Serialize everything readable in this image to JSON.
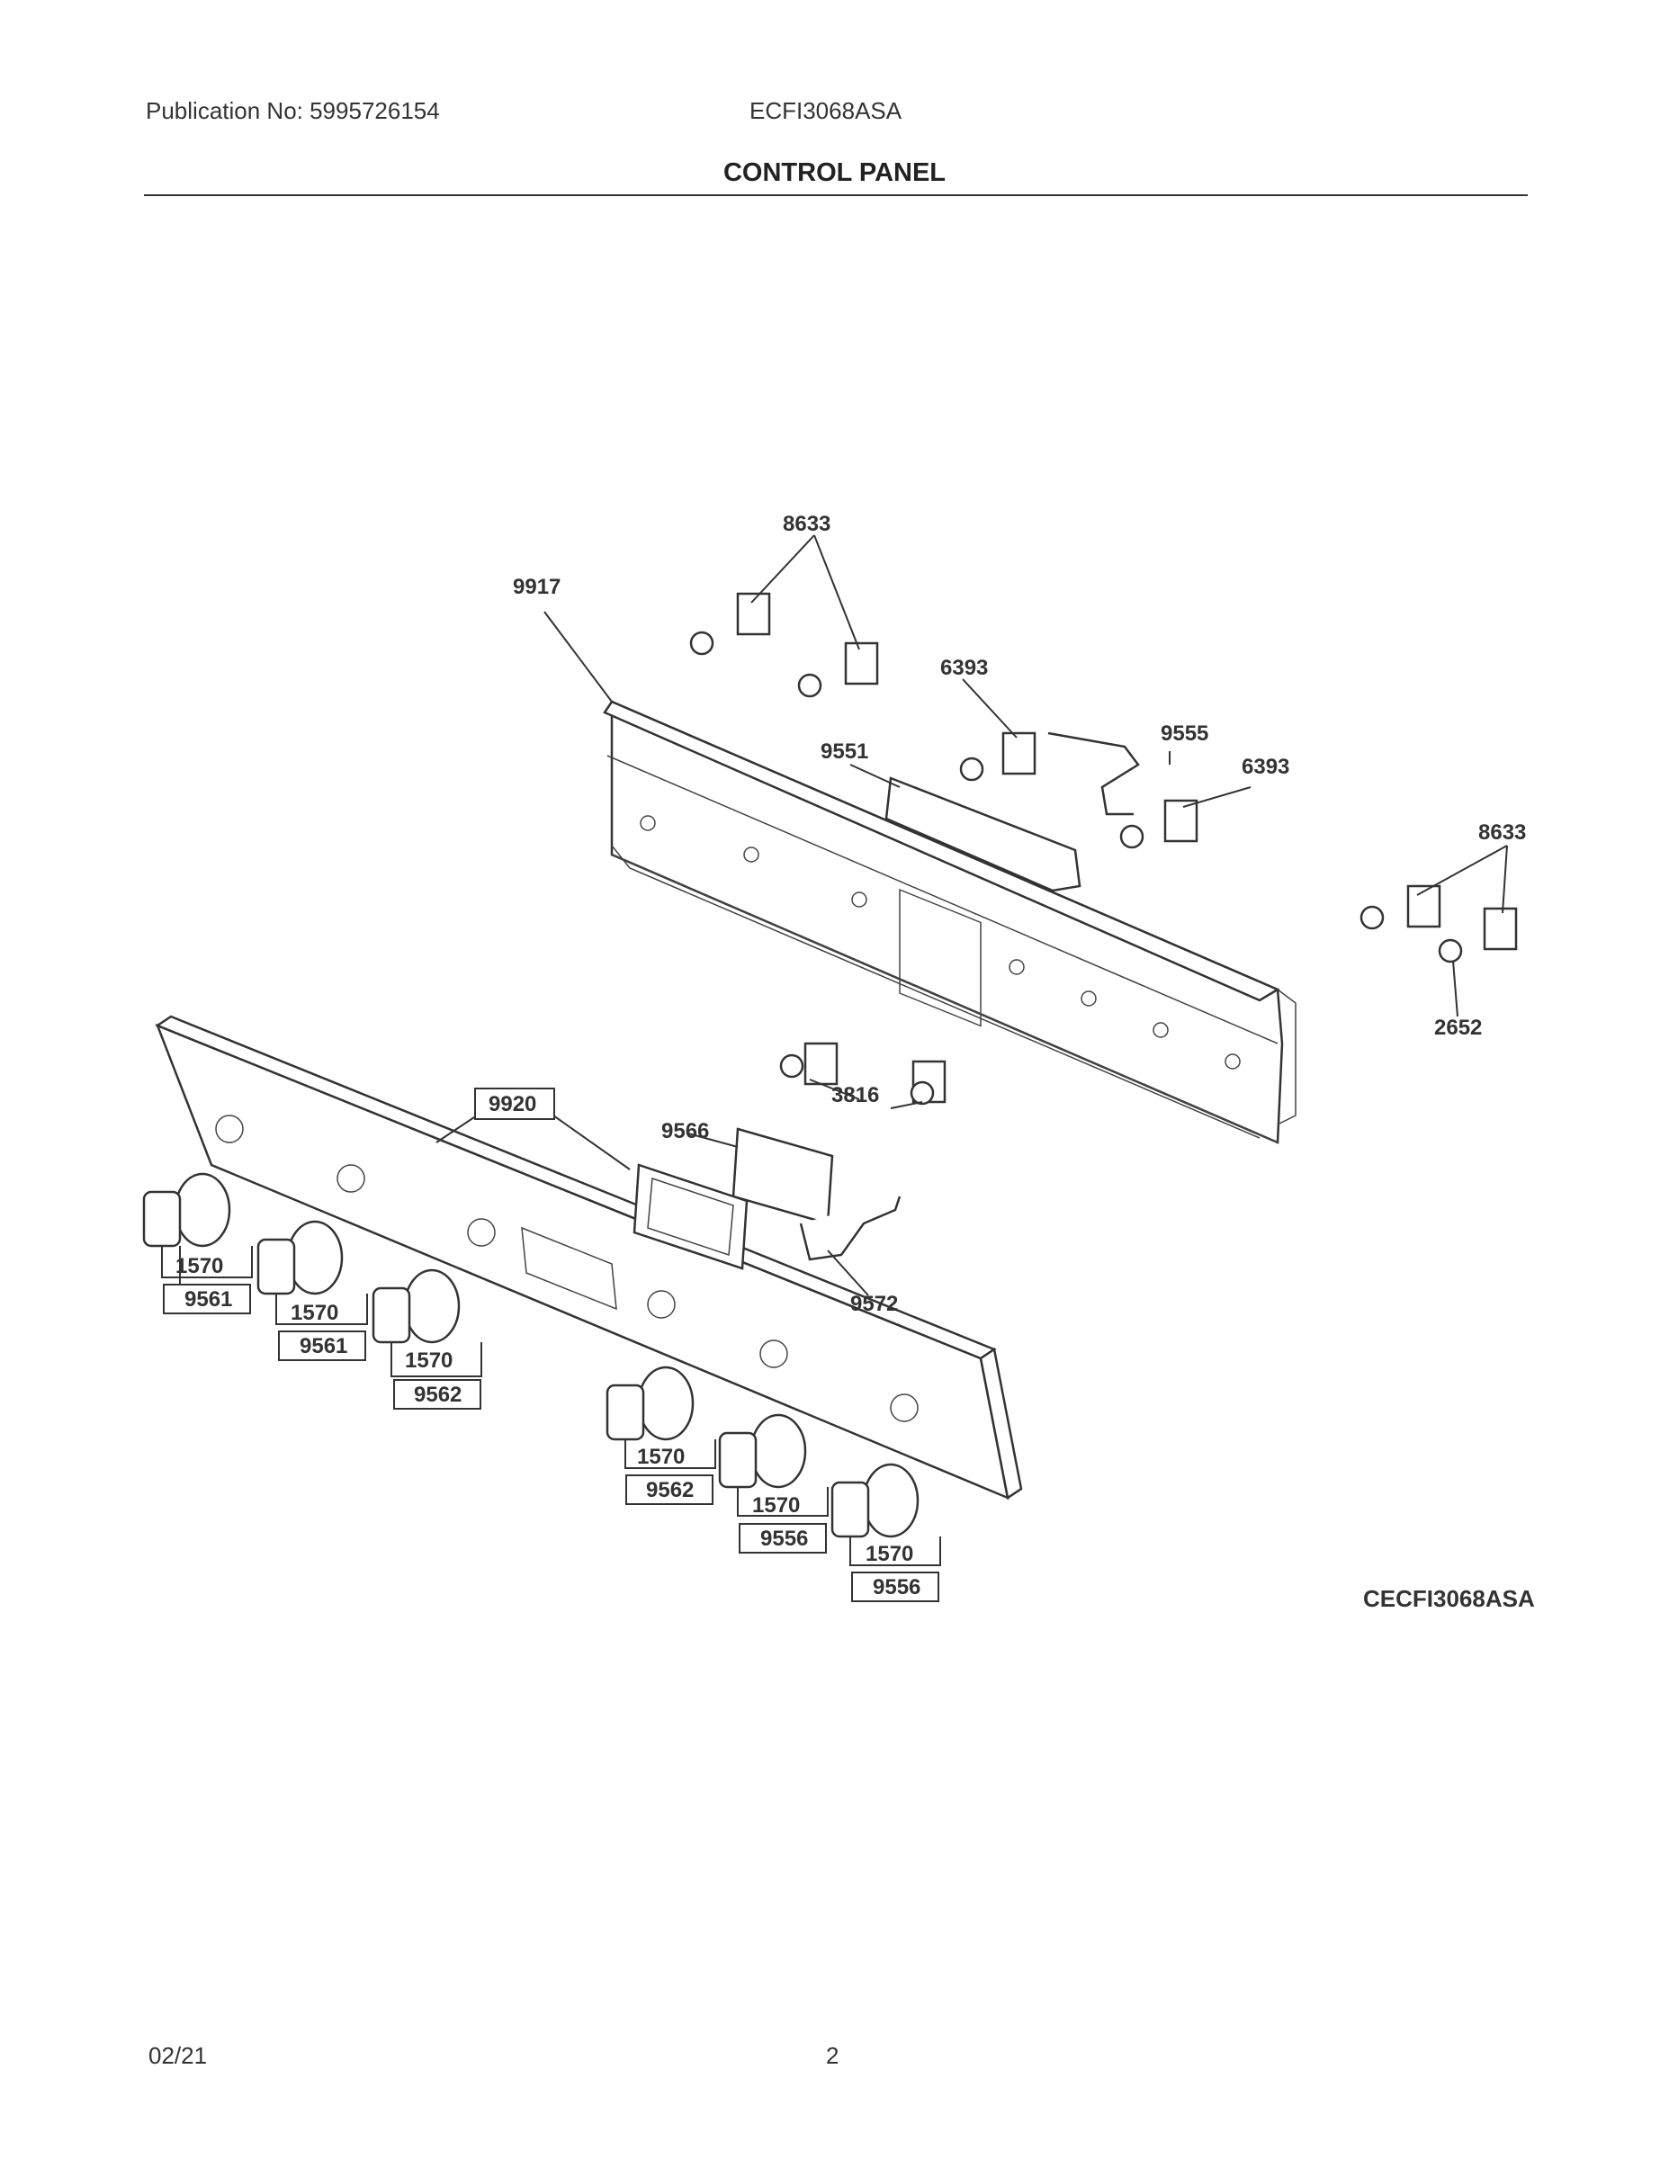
{
  "header": {
    "publication": "Publication No: 5995726154",
    "model": "ECFI3068ASA",
    "title": "CONTROL PANEL"
  },
  "footer": {
    "date": "02/21",
    "page": "2"
  },
  "diagram": {
    "code": "CECFI3068ASA",
    "labels": {
      "l_8633a": "8633",
      "l_9917": "9917",
      "l_6393a": "6393",
      "l_9555": "9555",
      "l_9551": "9551",
      "l_6393b": "6393",
      "l_8633b": "8633",
      "l_2652": "2652",
      "l_3816": "3816",
      "l_9920": "9920",
      "l_9566": "9566",
      "l_9572": "9572",
      "k1_1570": "1570",
      "k1_9561": "9561",
      "k2_1570": "1570",
      "k2_9561": "9561",
      "k3_1570": "1570",
      "k3_9562": "9562",
      "k4_1570": "1570",
      "k4_9562": "9562",
      "k5_1570": "1570",
      "k5_9556": "9556",
      "k6_1570": "1570",
      "k6_9556": "9556"
    }
  }
}
